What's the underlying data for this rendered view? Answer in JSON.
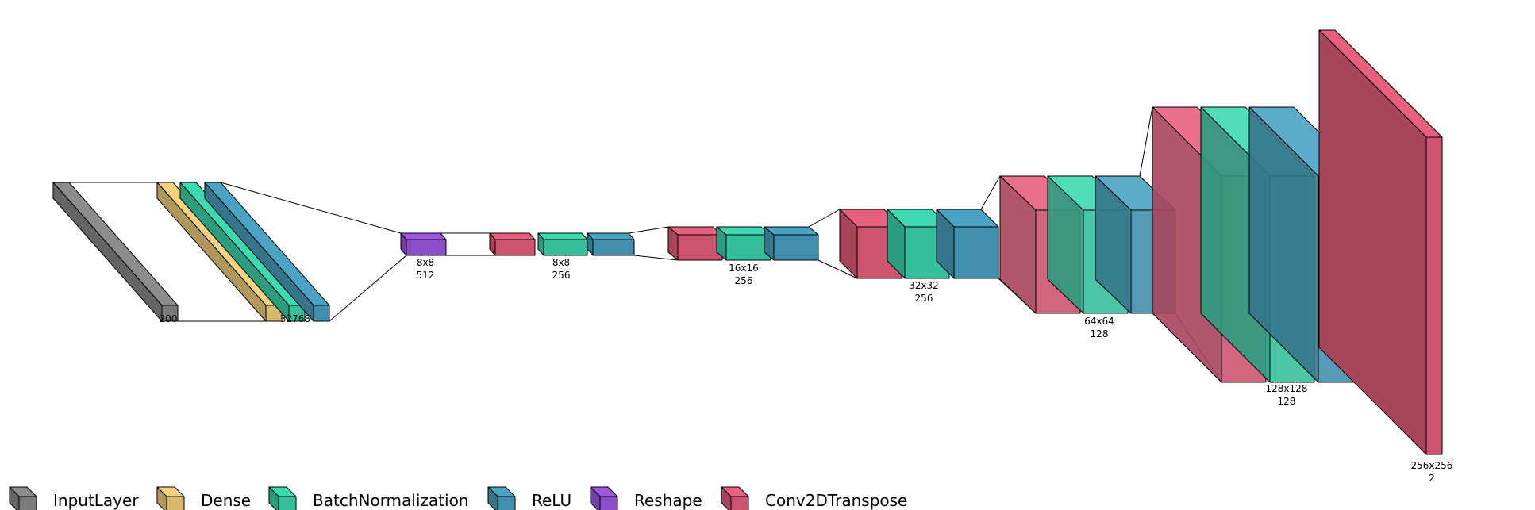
{
  "colors": {
    "InputLayer": "#8c8c8c",
    "Dense": "#f5d27f",
    "BatchNormalization": "#3dd9b0",
    "ReLU": "#4aa3c3",
    "Reshape": "#9f57e3",
    "Conv2DTranspose": "#e8607f"
  },
  "layers": [
    {
      "type": "InputLayer"
    },
    {
      "type": "Dense"
    },
    {
      "type": "BatchNormalization"
    },
    {
      "type": "ReLU"
    },
    {
      "type": "Reshape"
    },
    {
      "type": "Conv2DTranspose"
    },
    {
      "type": "BatchNormalization"
    },
    {
      "type": "ReLU"
    },
    {
      "type": "Conv2DTranspose"
    },
    {
      "type": "BatchNormalization"
    },
    {
      "type": "ReLU"
    },
    {
      "type": "Conv2DTranspose"
    },
    {
      "type": "BatchNormalization"
    },
    {
      "type": "ReLU"
    },
    {
      "type": "Conv2DTranspose"
    },
    {
      "type": "BatchNormalization"
    },
    {
      "type": "ReLU"
    },
    {
      "type": "Conv2DTranspose"
    },
    {
      "type": "BatchNormalization"
    },
    {
      "type": "ReLU"
    },
    {
      "type": "Conv2DTranspose"
    }
  ],
  "labels": {
    "l0": "200",
    "l1": "32768",
    "l4a": "8x8",
    "l4b": "512",
    "l5a": "8x8",
    "l5b": "256",
    "l8a": "16x16",
    "l8b": "256",
    "l11a": "32x32",
    "l11b": "256",
    "l14a": "64x64",
    "l14b": "128",
    "l17a": "128x128",
    "l17b": "128",
    "l20a": "256x256",
    "l20b": "2"
  },
  "legend": [
    {
      "label": "InputLayer",
      "type": "InputLayer"
    },
    {
      "label": "Dense",
      "type": "Dense"
    },
    {
      "label": "BatchNormalization",
      "type": "BatchNormalization"
    },
    {
      "label": "ReLU",
      "type": "ReLU"
    },
    {
      "label": "Reshape",
      "type": "Reshape"
    },
    {
      "label": "Conv2DTranspose",
      "type": "Conv2DTranspose"
    }
  ]
}
